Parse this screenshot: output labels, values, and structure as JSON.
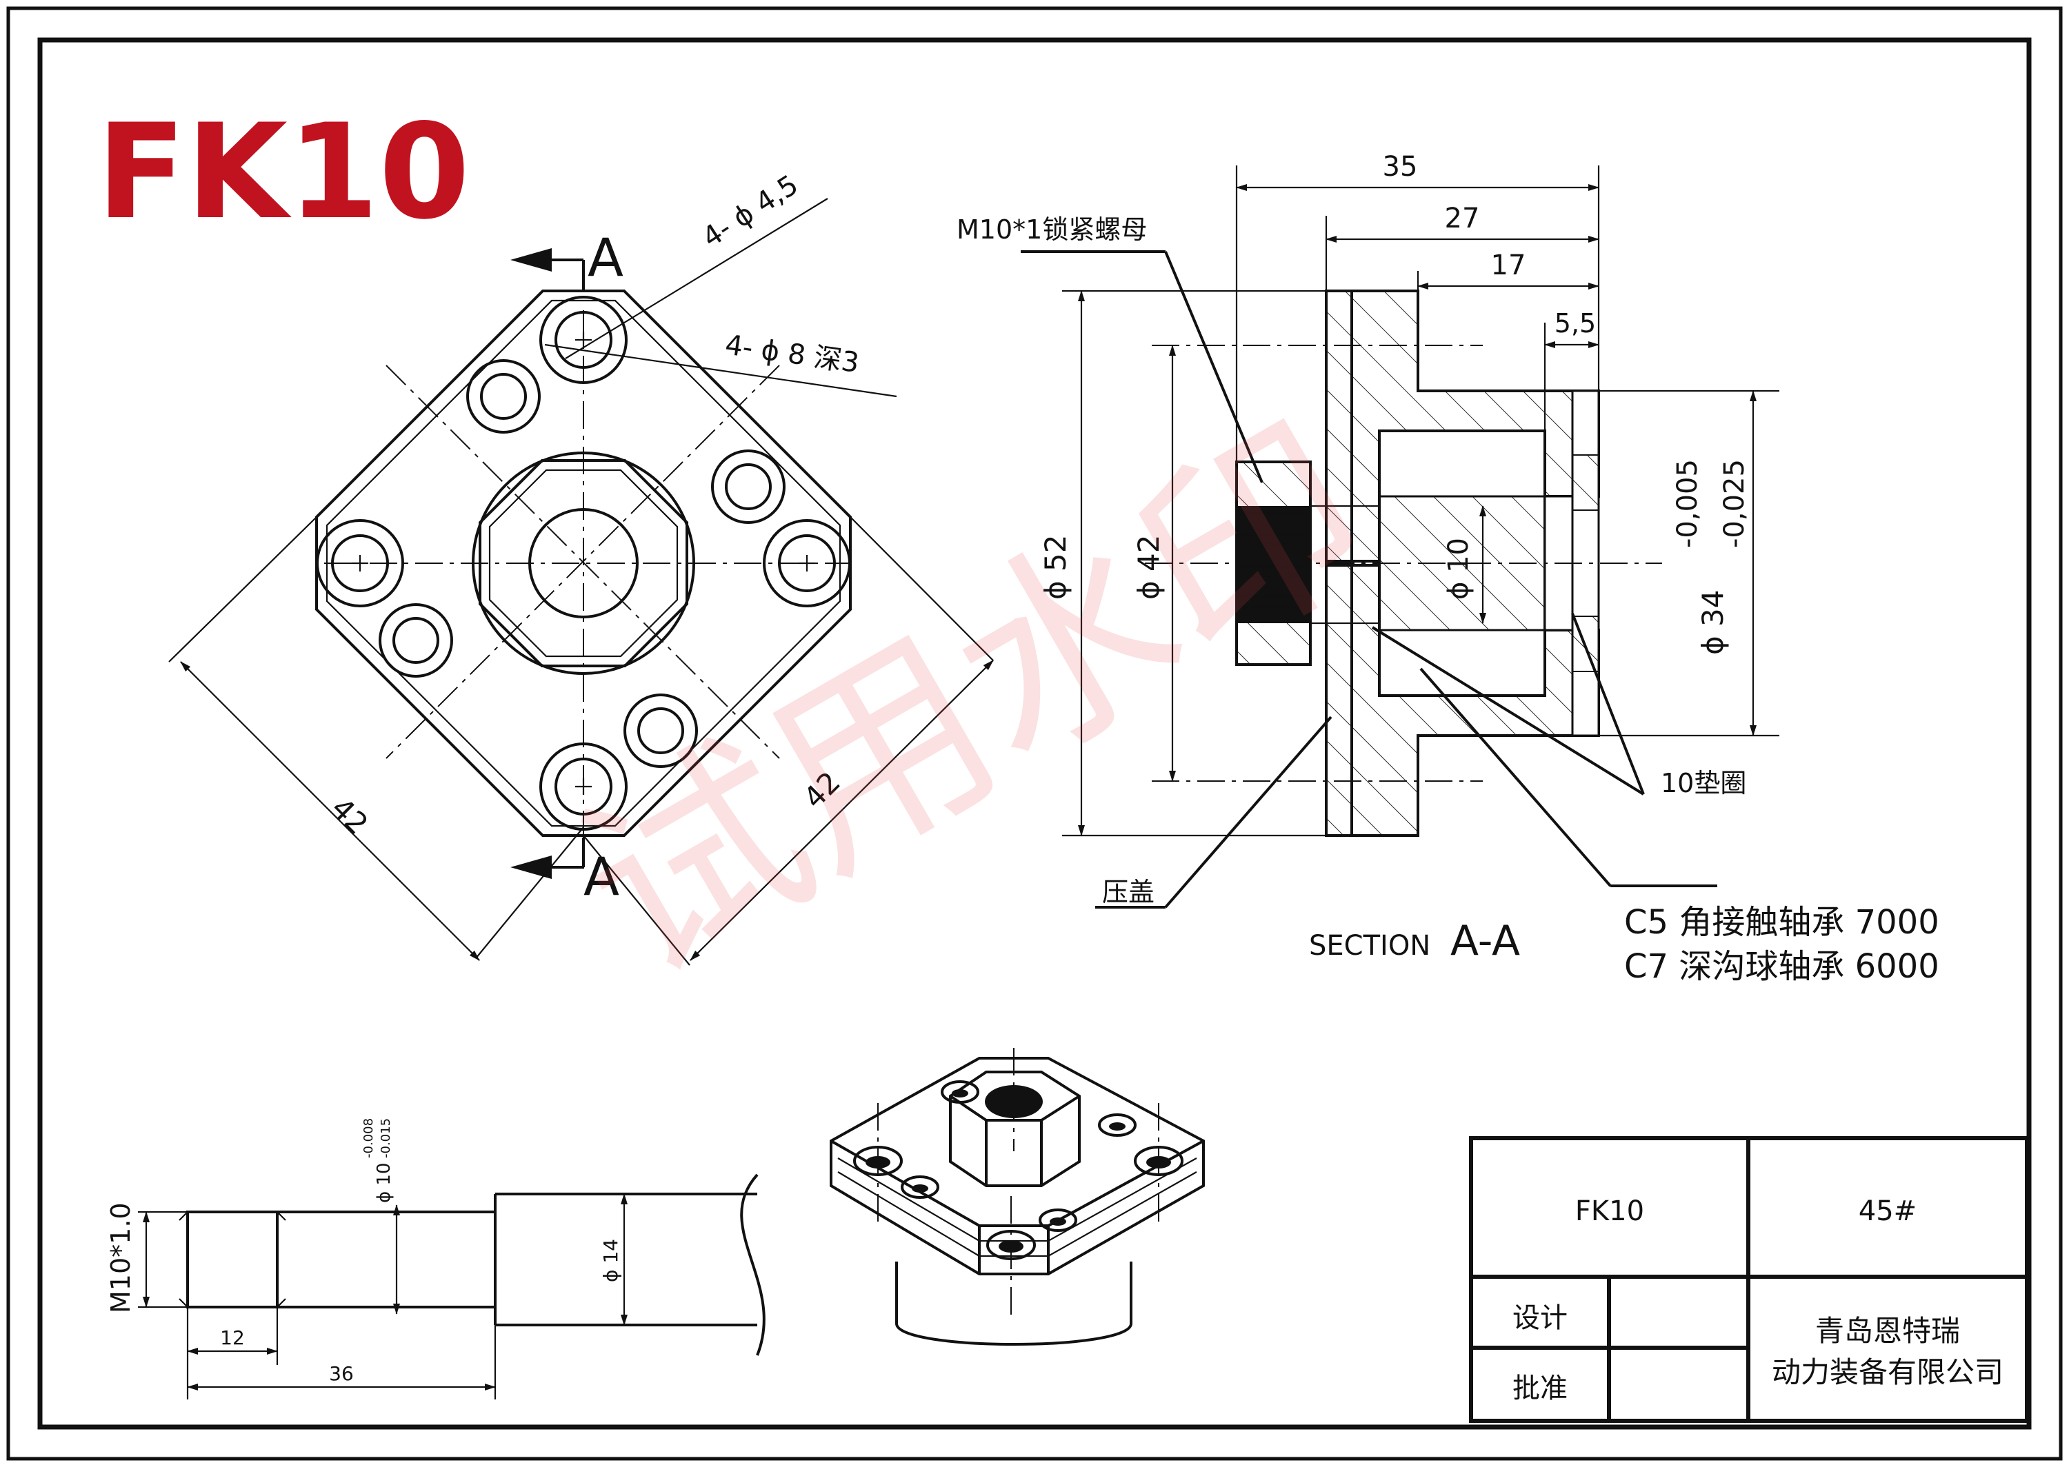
{
  "title": "FK10",
  "section_marker": "A",
  "section_title": {
    "prefix": "SECTION",
    "label": "A-A"
  },
  "front_view": {
    "holes_through": "4- ϕ 4,5",
    "holes_counterbore": "4-  ϕ  8  深3",
    "dim_left": "42",
    "dim_right": "42"
  },
  "section_view": {
    "dims_top": [
      "35",
      "27",
      "17",
      "5,5"
    ],
    "dia_52": "ϕ 52",
    "dia_42": "ϕ 42",
    "dia_10": "ϕ 10",
    "dia_34": "ϕ 34",
    "tol_upper": "-0,005",
    "tol_lower": "-0,025"
  },
  "callouts": {
    "lock_nut": "M10*1锁紧螺母",
    "press_cover": "压盖",
    "washer": "10垫圈",
    "bearing_c5": "C5 角接触轴承 7000",
    "bearing_c7": "C7 深沟球轴承 6000"
  },
  "shaft_view": {
    "thread": "M10*1.0",
    "dia_10": "ϕ 10",
    "tol_upper": "-0.008",
    "tol_lower": "-0.015",
    "dia_14": "ϕ 14",
    "len_12": "12",
    "len_36": "36"
  },
  "title_block": {
    "part": "FK10",
    "material": "45#",
    "design_label": "设计",
    "approve_label": "批准",
    "company_line1": "青岛恩特瑞",
    "company_line2": "动力装备有限公司"
  },
  "watermark": "试用水印",
  "colors": {
    "title_red": "#c1121f",
    "line": "#111111"
  }
}
